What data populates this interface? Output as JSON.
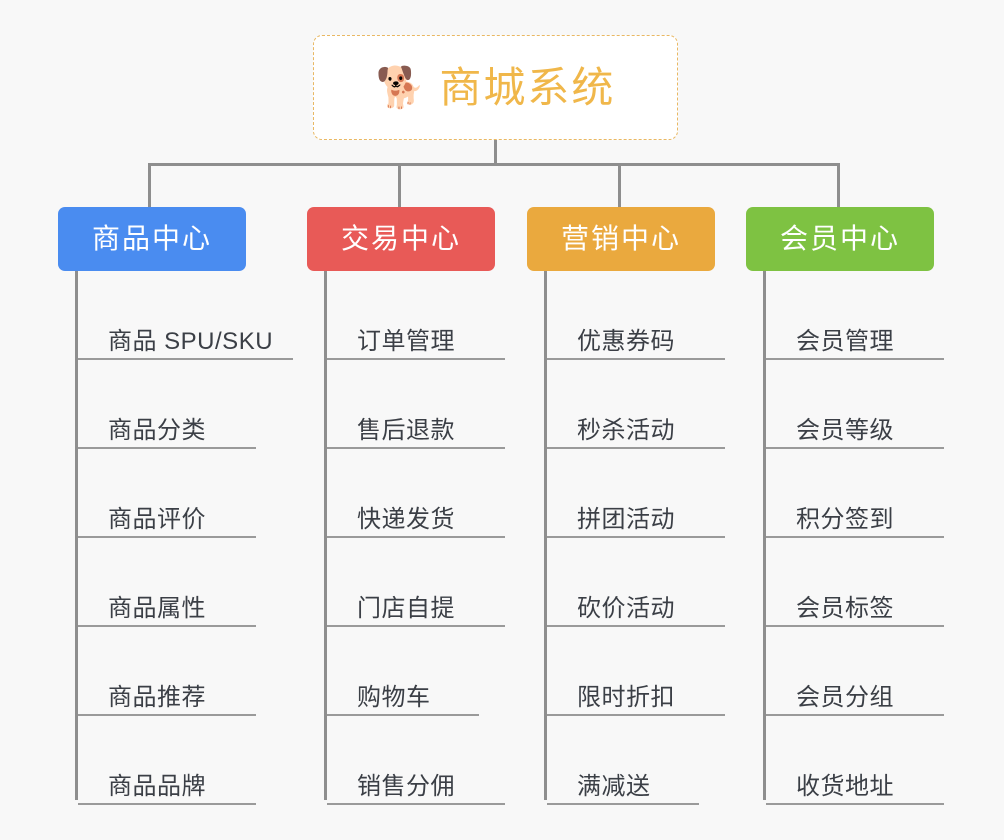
{
  "canvas": {
    "background": "#f8f8f8",
    "line_color": "#8e8e8e",
    "leaf_text_color": "#3b3f46"
  },
  "root": {
    "icon": "shiba-dog-emoji",
    "emoji": "🐕",
    "title": "商城系统",
    "title_color": "#f0b74a",
    "border_color": "#e9b863",
    "background": "#ffffff"
  },
  "categories": [
    {
      "label": "商品中心",
      "color": "#4a8cf0",
      "items": [
        {
          "label": "商品 SPU/SKU",
          "width": "wide"
        },
        {
          "label": "商品分类",
          "width": "medium"
        },
        {
          "label": "商品评价",
          "width": "medium"
        },
        {
          "label": "商品属性",
          "width": "medium"
        },
        {
          "label": "商品推荐",
          "width": "medium"
        },
        {
          "label": "商品品牌",
          "width": "medium"
        }
      ]
    },
    {
      "label": "交易中心",
      "color": "#e85a57",
      "items": [
        {
          "label": "订单管理",
          "width": "medium"
        },
        {
          "label": "售后退款",
          "width": "medium"
        },
        {
          "label": "快递发货",
          "width": "medium"
        },
        {
          "label": "门店自提",
          "width": "medium"
        },
        {
          "label": "购物车",
          "width": "narrow"
        },
        {
          "label": "销售分佣",
          "width": "medium"
        }
      ]
    },
    {
      "label": "营销中心",
      "color": "#eaa93e",
      "items": [
        {
          "label": "优惠券码",
          "width": "medium"
        },
        {
          "label": "秒杀活动",
          "width": "medium"
        },
        {
          "label": "拼团活动",
          "width": "medium"
        },
        {
          "label": "砍价活动",
          "width": "medium"
        },
        {
          "label": "限时折扣",
          "width": "medium"
        },
        {
          "label": "满减送",
          "width": "narrow"
        }
      ]
    },
    {
      "label": "会员中心",
      "color": "#7ec242",
      "items": [
        {
          "label": "会员管理",
          "width": "medium"
        },
        {
          "label": "会员等级",
          "width": "medium"
        },
        {
          "label": "积分签到",
          "width": "medium"
        },
        {
          "label": "会员标签",
          "width": "medium"
        },
        {
          "label": "会员分组",
          "width": "medium"
        },
        {
          "label": "收货地址",
          "width": "medium"
        }
      ]
    }
  ],
  "layout": {
    "column_left": [
      58,
      307,
      527,
      746
    ],
    "drop_left": [
      148,
      398,
      618,
      837
    ]
  }
}
